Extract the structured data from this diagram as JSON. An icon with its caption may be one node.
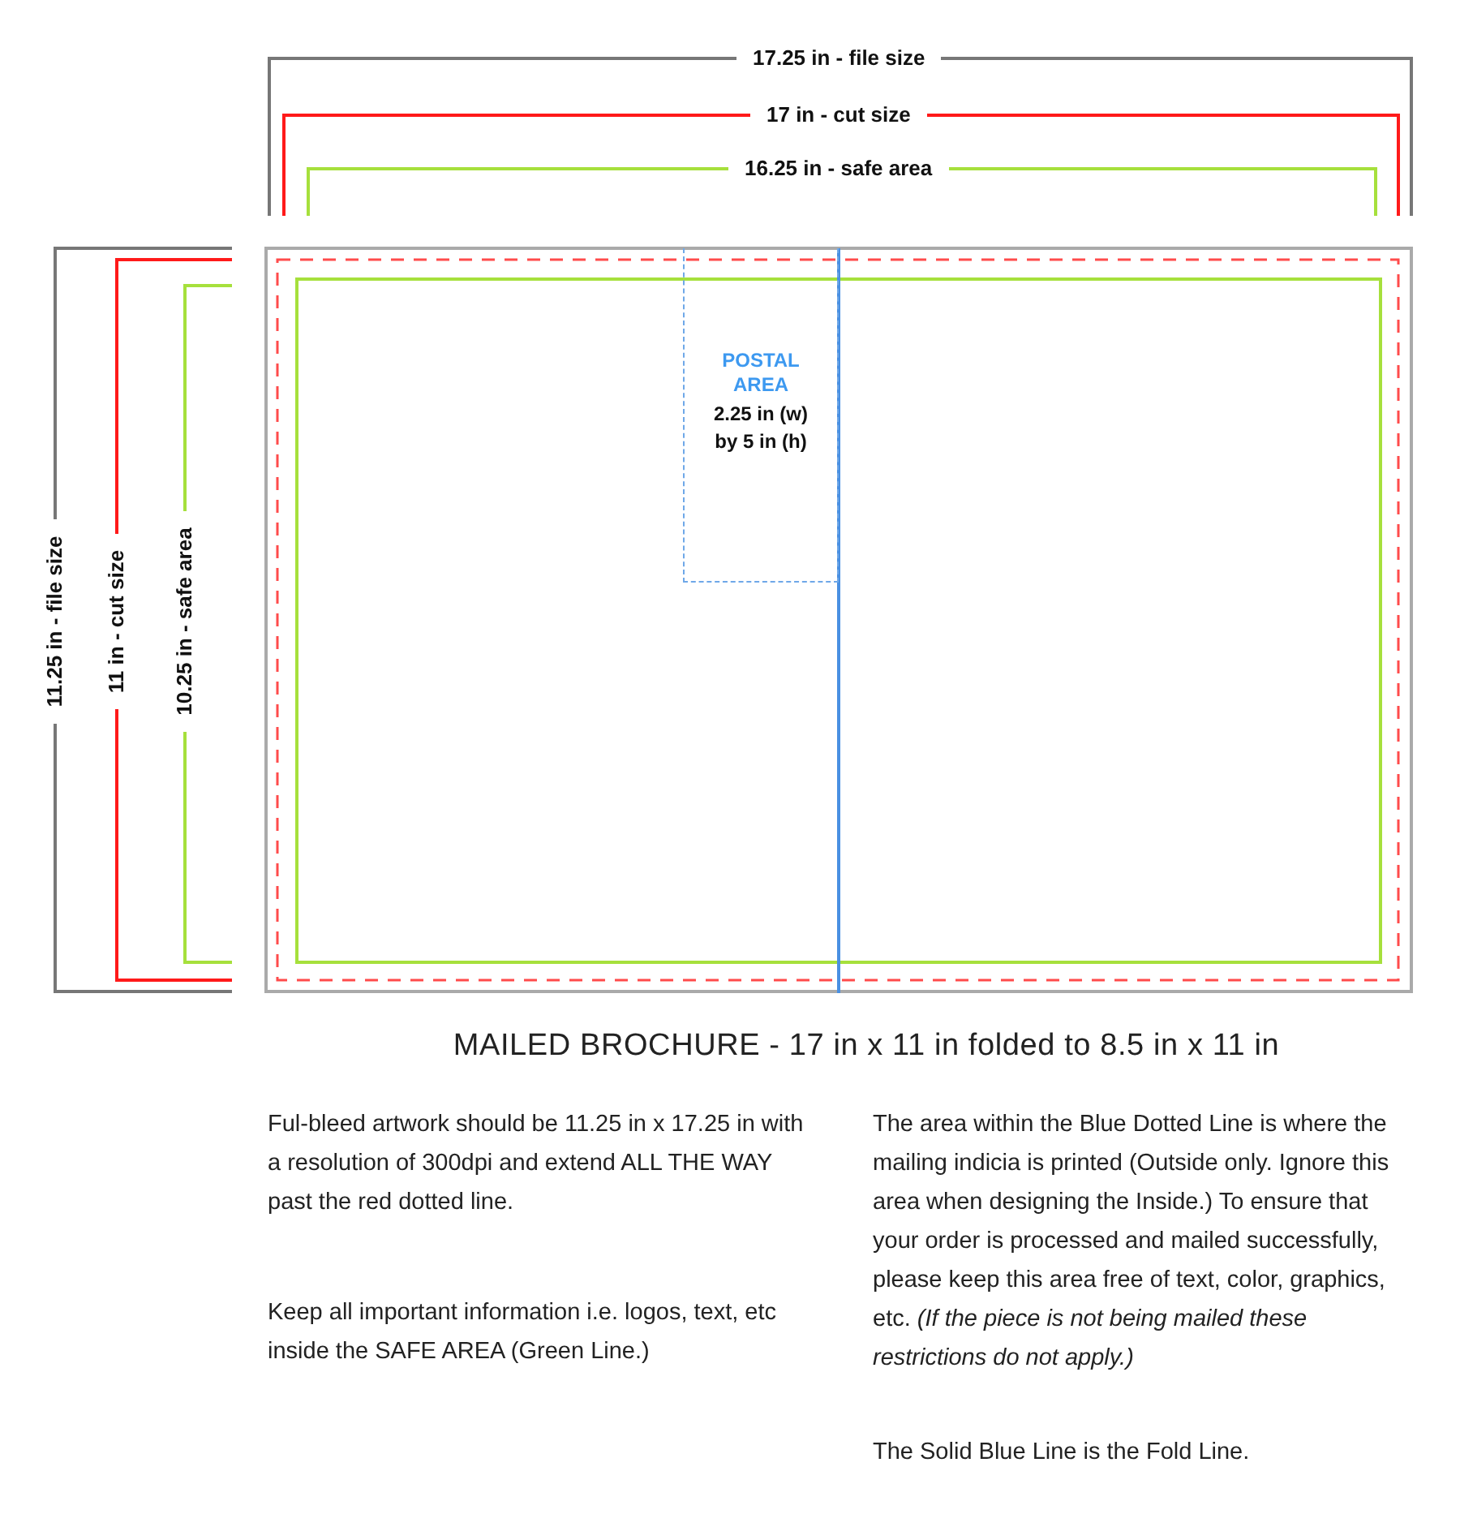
{
  "diagram": {
    "title": "MAILED BROCHURE - 17 in x 11 in folded to 8.5 in x 11 in",
    "nodes": [
      {
        "text": [
          "POSTAL AREA",
          "2.25 in (w) by 5 in (h)"
        ]
      }
    ],
    "edges": [],
    "labels": [
      "17.25 in - file size",
      "17 in - cut size",
      "16.25 in - safe area",
      "11.25 in - file size",
      "11 in - cut size",
      "10.25 in - safe area",
      "Ful-bleed artwork should be 11.25 in x 17.25 in with a resolution of 300dpi and extend ALL THE WAY past the red dotted line.",
      "Keep all important information i.e. logos, text, etc inside the SAFE AREA (Green Line.)",
      "The area within the Blue Dotted Line is where the mailing indicia is printed (Outside only. Ignore this area when designing the Inside.) To ensure that your order is processed and mailed successfully, please keep this area free of text, color, graphics, etc. *(If the piece is not being mailed these restrictions do not apply.)*",
      "The Solid Blue Line is the Fold Line."
    ]
  }
}
